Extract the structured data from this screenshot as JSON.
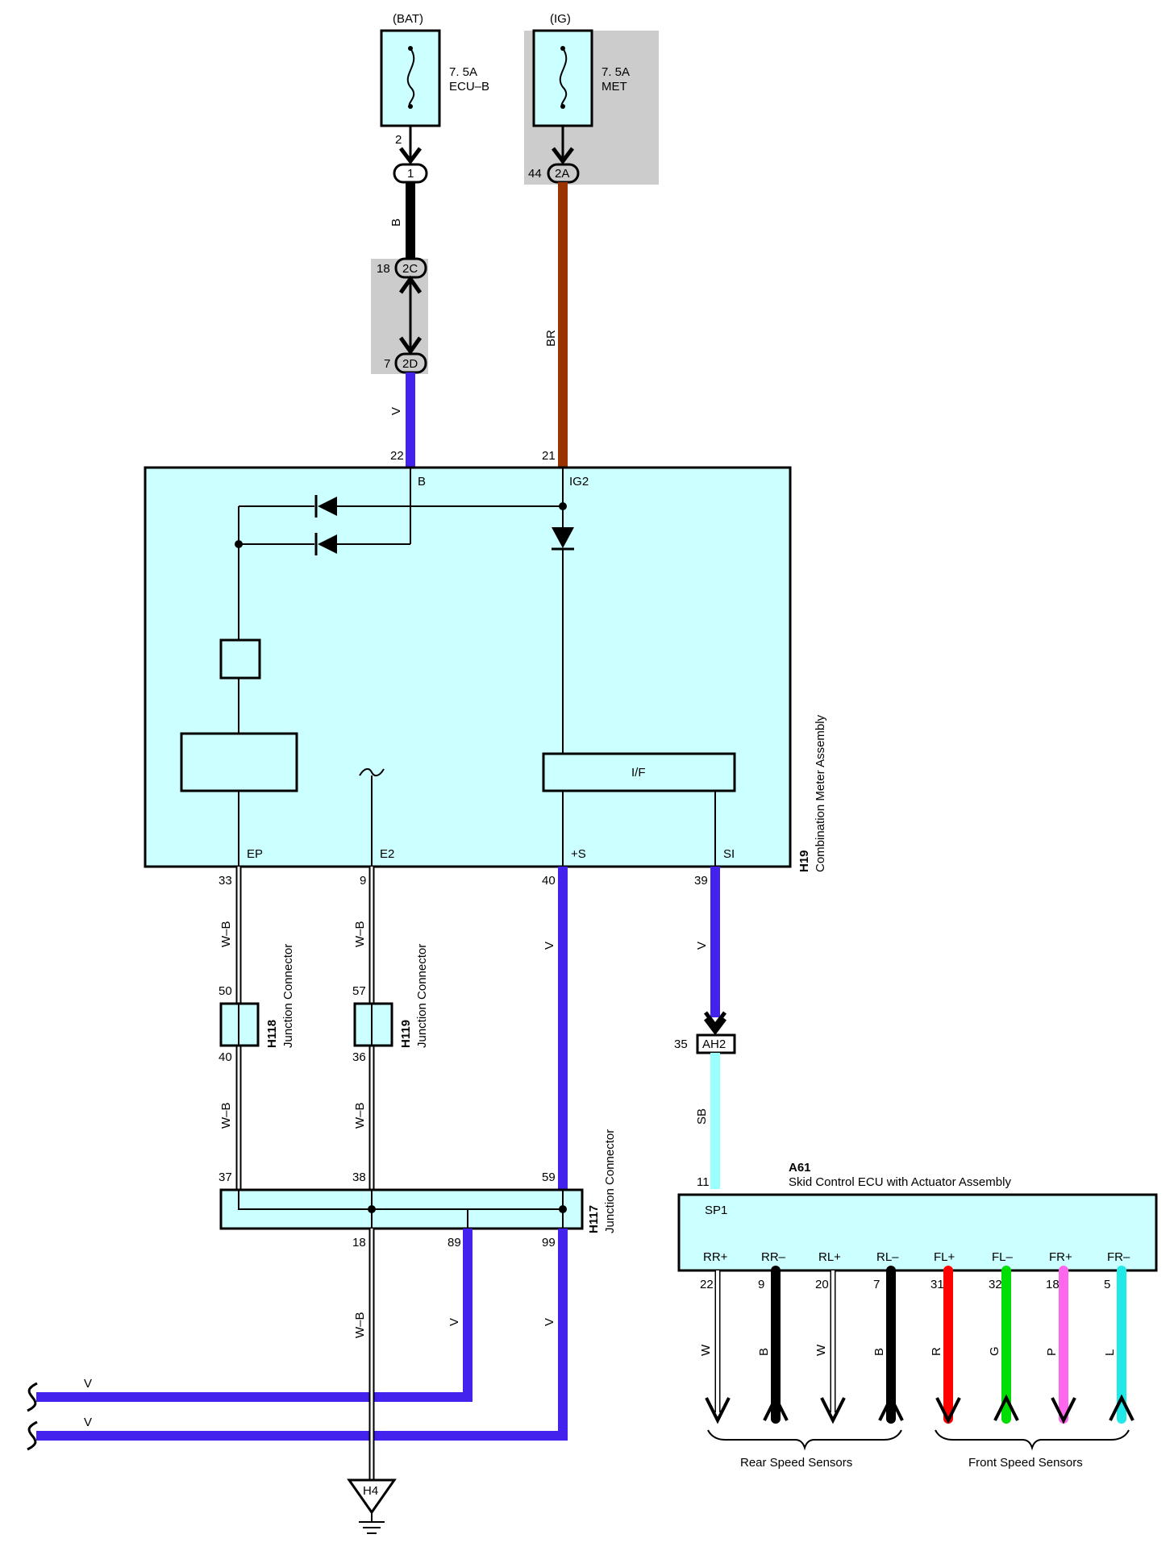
{
  "fuses": {
    "bat": {
      "supply": "(BAT)",
      "rating": "7. 5A",
      "name": "ECU–B",
      "pin": "2"
    },
    "ig": {
      "supply": "(IG)",
      "rating": "7. 5A",
      "name": "MET"
    }
  },
  "connectors": {
    "c1": {
      "id": "1"
    },
    "c2a": {
      "id": "2A",
      "pin": "44"
    },
    "c2c": {
      "id": "2C",
      "pin": "18"
    },
    "c2d": {
      "id": "2D",
      "pin": "7"
    },
    "ah2": {
      "id": "AH2",
      "pin": "35"
    }
  },
  "wires": {
    "b_top": "B",
    "br": "BR",
    "v_top": "V",
    "wb_ep_upper": "W–B",
    "wb_e2_upper": "W–B",
    "v_plus_s": "V",
    "v_si": "V",
    "wb_ep_lower": "W–B",
    "wb_e2_lower": "W–B",
    "sb": "SB",
    "wb_bottom": "W–B",
    "v_89": "V",
    "v_99": "V",
    "v_left1": "V",
    "v_left2": "V"
  },
  "meter": {
    "code": "H19",
    "name": "Combination Meter Assembly",
    "pins_top": {
      "b_num": "22",
      "b_name": "B",
      "ig2_num": "21",
      "ig2_name": "IG2"
    },
    "pins_bottom": {
      "ep_num": "33",
      "ep_name": "EP",
      "e2_num": "9",
      "e2_name": "E2",
      "s_num": "40",
      "s_name": "+S",
      "si_num": "39",
      "si_name": "SI"
    },
    "interface_label": "I/F"
  },
  "junctions": {
    "h118": {
      "code": "H118",
      "name": "Junction Connector",
      "pin_in": "50",
      "pin_out": "40"
    },
    "h119": {
      "code": "H119",
      "name": "Junction Connector",
      "pin_in": "57",
      "pin_out": "36"
    },
    "h117": {
      "code": "H117",
      "name": "Junction Connector",
      "pin_37": "37",
      "pin_38": "38",
      "pin_59": "59",
      "pin_18": "18",
      "pin_89": "89",
      "pin_99": "99"
    }
  },
  "ecu": {
    "code": "A61",
    "name": "Skid Control ECU with Actuator Assembly",
    "sp1_num": "11",
    "sp1_name": "SP1",
    "terminals": [
      {
        "name": "RR+",
        "pin": "22",
        "wire": "W",
        "color": "#ffffff",
        "dir": "down"
      },
      {
        "name": "RR–",
        "pin": "9",
        "wire": "B",
        "color": "#000000",
        "dir": "up"
      },
      {
        "name": "RL+",
        "pin": "20",
        "wire": "W",
        "color": "#ffffff",
        "dir": "down"
      },
      {
        "name": "RL–",
        "pin": "7",
        "wire": "B",
        "color": "#000000",
        "dir": "up"
      },
      {
        "name": "FL+",
        "pin": "31",
        "wire": "R",
        "color": "#ff0000",
        "dir": "down"
      },
      {
        "name": "FL–",
        "pin": "32",
        "wire": "G",
        "color": "#00dd00",
        "dir": "up"
      },
      {
        "name": "FR+",
        "pin": "18",
        "wire": "P",
        "color": "#ff66ee",
        "dir": "down"
      },
      {
        "name": "FR–",
        "pin": "5",
        "wire": "L",
        "color": "#22e8e8",
        "dir": "up"
      }
    ],
    "rear_label": "Rear Speed Sensors",
    "front_label": "Front Speed Sensors"
  },
  "ground": {
    "code": "H4"
  },
  "colors": {
    "component_fill": "#ccffff",
    "shade": "#cccccc",
    "violet": "#4422ee",
    "brown": "#993300",
    "sky_blue": "#99ffff"
  }
}
